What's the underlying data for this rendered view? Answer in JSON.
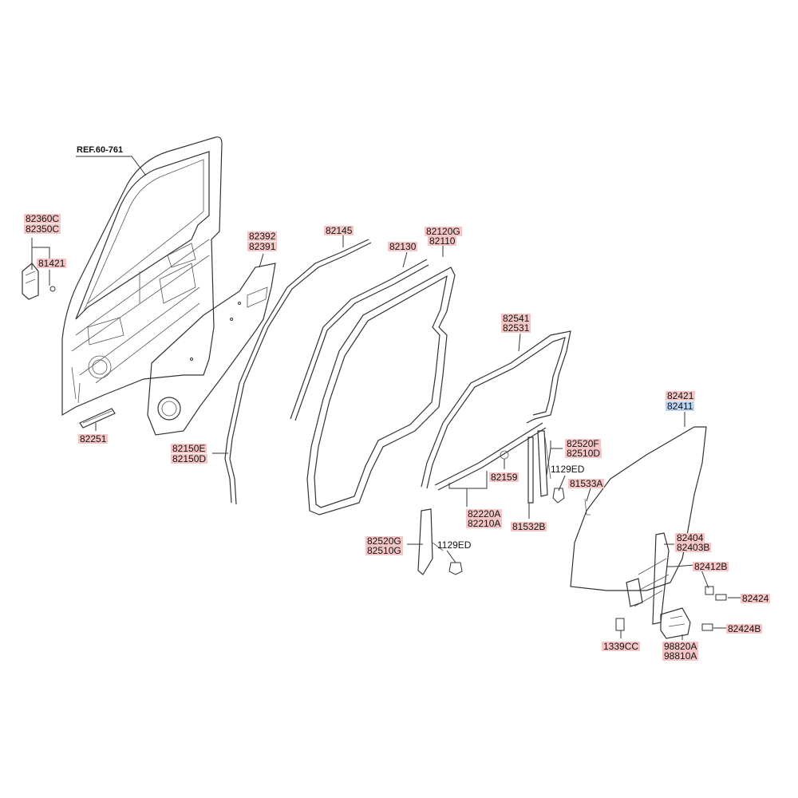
{
  "labels": {
    "ref": "REF.60-761",
    "l82360c": "82360C",
    "l82350c": "82350C",
    "l81421": "81421",
    "l82251": "82251",
    "l82392": "82392",
    "l82391": "82391",
    "l82145": "82145",
    "l82130": "82130",
    "l82120g": "82120G",
    "l82110": "82110",
    "l82150e": "82150E",
    "l82150d": "82150D",
    "l82541": "82541",
    "l82531": "82531",
    "l82520f": "82520F",
    "l82510d": "82510D",
    "l1129ed_a": "1129ED",
    "l81533a": "81533A",
    "l82159": "82159",
    "l82220a": "82220A",
    "l82210a": "82210A",
    "l81532b": "81532B",
    "l82520g": "82520G",
    "l82510g": "82510G",
    "l1129ed_b": "1129ED",
    "l82421": "82421",
    "l82411": "82411",
    "l82404": "82404",
    "l82403b": "82403B",
    "l82412b": "82412B",
    "l82424": "82424",
    "l82424b": "82424B",
    "l1339cc": "1339CC",
    "l98820a": "98820A",
    "l98810a": "98810A"
  },
  "colors": {
    "highlight": "#f4c6c6",
    "highlight_selected": "#bcd4ef",
    "line": "#333333"
  }
}
